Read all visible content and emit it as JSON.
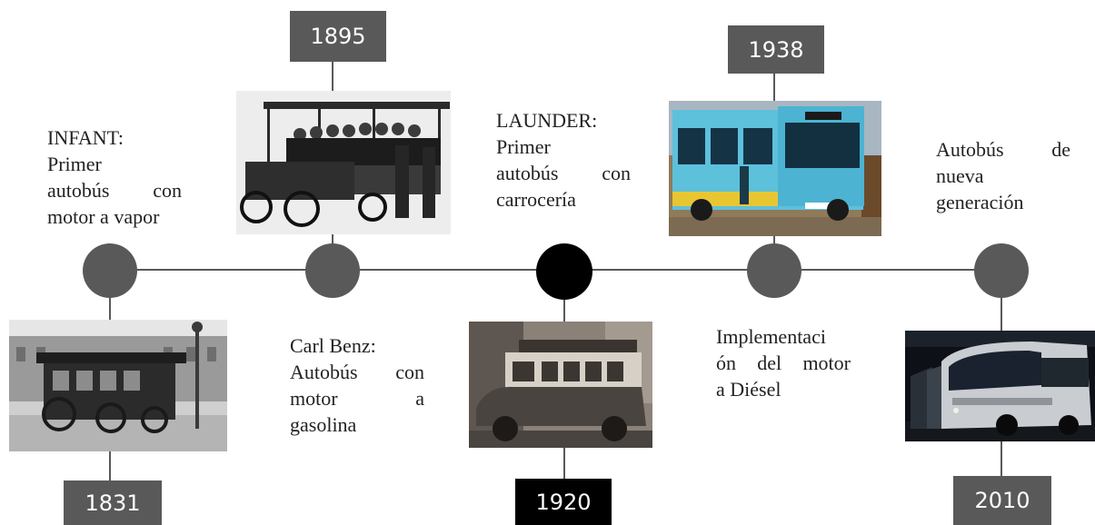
{
  "colors": {
    "line": "#595959",
    "node": "#595959",
    "node_highlight": "#000000",
    "year_box": "#595959",
    "year_box_highlight": "#000000",
    "text": "#222222"
  },
  "events": [
    {
      "year": "1831",
      "desc_lines": [
        "INFANT:",
        "Primer",
        "autobús con",
        "motor a vapor"
      ],
      "image": "steam-bus-photo"
    },
    {
      "year": "1895",
      "desc_lines": [
        "Carl Benz:",
        "Autobús con",
        "motor a",
        "gasolina"
      ],
      "image": "benz-bus-photo"
    },
    {
      "year": "1920",
      "desc_lines": [
        "LAUNDER:",
        "Primer",
        "autobús con",
        "carrocería"
      ],
      "image": "launder-bus-photo"
    },
    {
      "year": "1938",
      "desc_lines": [
        "Implementaci",
        "ón del motor",
        "a Diésel"
      ],
      "image": "diesel-bus-photo"
    },
    {
      "year": "2010",
      "desc_lines": [
        "Autobús de",
        "nueva",
        "generación"
      ],
      "image": "modern-bus-photo"
    }
  ]
}
